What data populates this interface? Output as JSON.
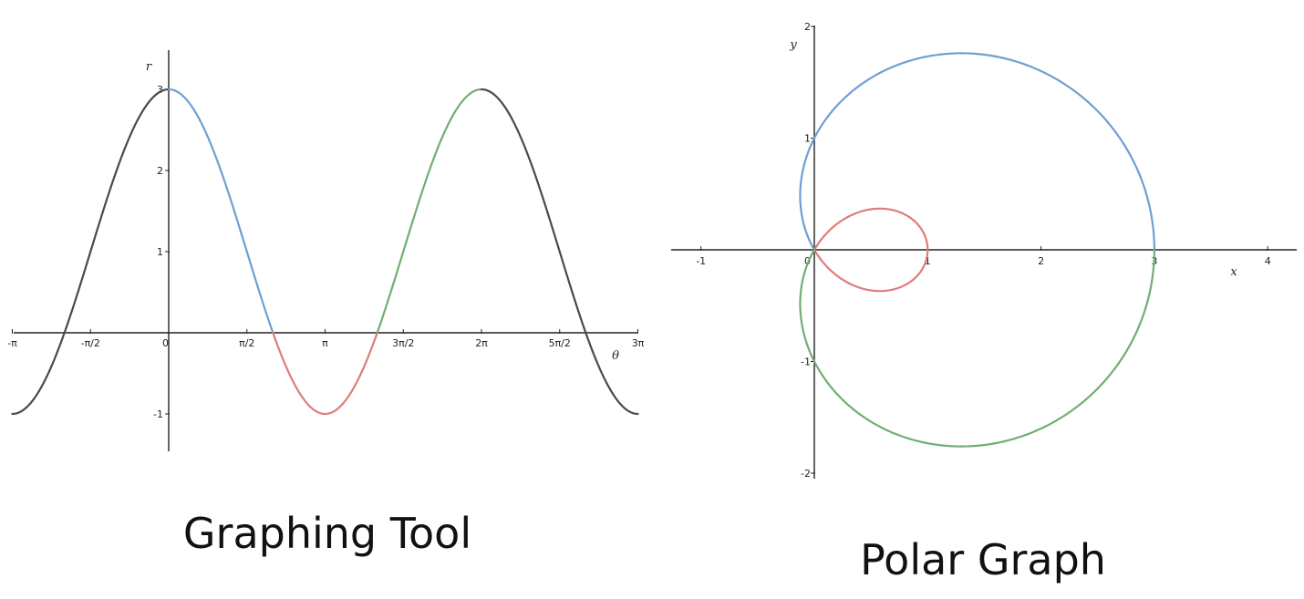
{
  "colors": {
    "gray": "#4a4a4a",
    "blue": "#6e9fd3",
    "red": "#e07c7c",
    "green": "#72ad72",
    "axis": "#222222"
  },
  "captions": {
    "left": "Graphing Tool",
    "right": "Polar Graph"
  },
  "chart_data": [
    {
      "type": "line",
      "title": "",
      "xlabel": "θ",
      "ylabel": "r",
      "function": "r = 1 + 2cos(θ)",
      "xlim": [
        -3.14159,
        9.42478
      ],
      "ylim": [
        -1.5,
        3.3
      ],
      "x_ticks": [
        {
          "value": -3.14159,
          "label": "-π"
        },
        {
          "value": -1.5708,
          "label": "-π/2"
        },
        {
          "value": 0,
          "label": "0"
        },
        {
          "value": 1.5708,
          "label": "π/2"
        },
        {
          "value": 3.14159,
          "label": "π"
        },
        {
          "value": 4.71239,
          "label": "3π/2"
        },
        {
          "value": 6.28319,
          "label": "2π"
        },
        {
          "value": 7.85398,
          "label": "5π/2"
        },
        {
          "value": 9.42478,
          "label": "3π"
        }
      ],
      "y_ticks": [
        {
          "value": 3,
          "label": "3"
        },
        {
          "value": 2,
          "label": "2"
        },
        {
          "value": 1,
          "label": "1"
        },
        {
          "value": -1,
          "label": "-1"
        }
      ],
      "series": [
        {
          "color": "gray",
          "theta_range": [
            -3.14159,
            0
          ]
        },
        {
          "color": "blue",
          "theta_range": [
            0,
            2.0944
          ]
        },
        {
          "color": "red",
          "theta_range": [
            2.0944,
            4.18879
          ]
        },
        {
          "color": "green",
          "theta_range": [
            4.18879,
            6.28319
          ]
        },
        {
          "color": "gray",
          "theta_range": [
            6.28319,
            9.42478
          ]
        }
      ],
      "grid": false
    },
    {
      "type": "line",
      "title": "",
      "xlabel": "x",
      "ylabel": "y",
      "function": "polar r = 1 + 2cos(θ)",
      "xlim": [
        -1.25,
        4.25
      ],
      "ylim": [
        -2.05,
        2.15
      ],
      "x_ticks": [
        {
          "value": -1,
          "label": "-1"
        },
        {
          "value": 0,
          "label": "0"
        },
        {
          "value": 1,
          "label": "1"
        },
        {
          "value": 2,
          "label": "2"
        },
        {
          "value": 3,
          "label": "3"
        },
        {
          "value": 4,
          "label": "4"
        }
      ],
      "y_ticks": [
        {
          "value": 2,
          "label": "2"
        },
        {
          "value": 1,
          "label": "1"
        },
        {
          "value": -1,
          "label": "-1"
        },
        {
          "value": -2,
          "label": "-2"
        }
      ],
      "series": [
        {
          "color": "blue",
          "theta_range": [
            0,
            2.0944
          ]
        },
        {
          "color": "red",
          "theta_range": [
            2.0944,
            4.18879
          ]
        },
        {
          "color": "green",
          "theta_range": [
            4.18879,
            6.28319
          ]
        }
      ],
      "grid": false
    }
  ]
}
